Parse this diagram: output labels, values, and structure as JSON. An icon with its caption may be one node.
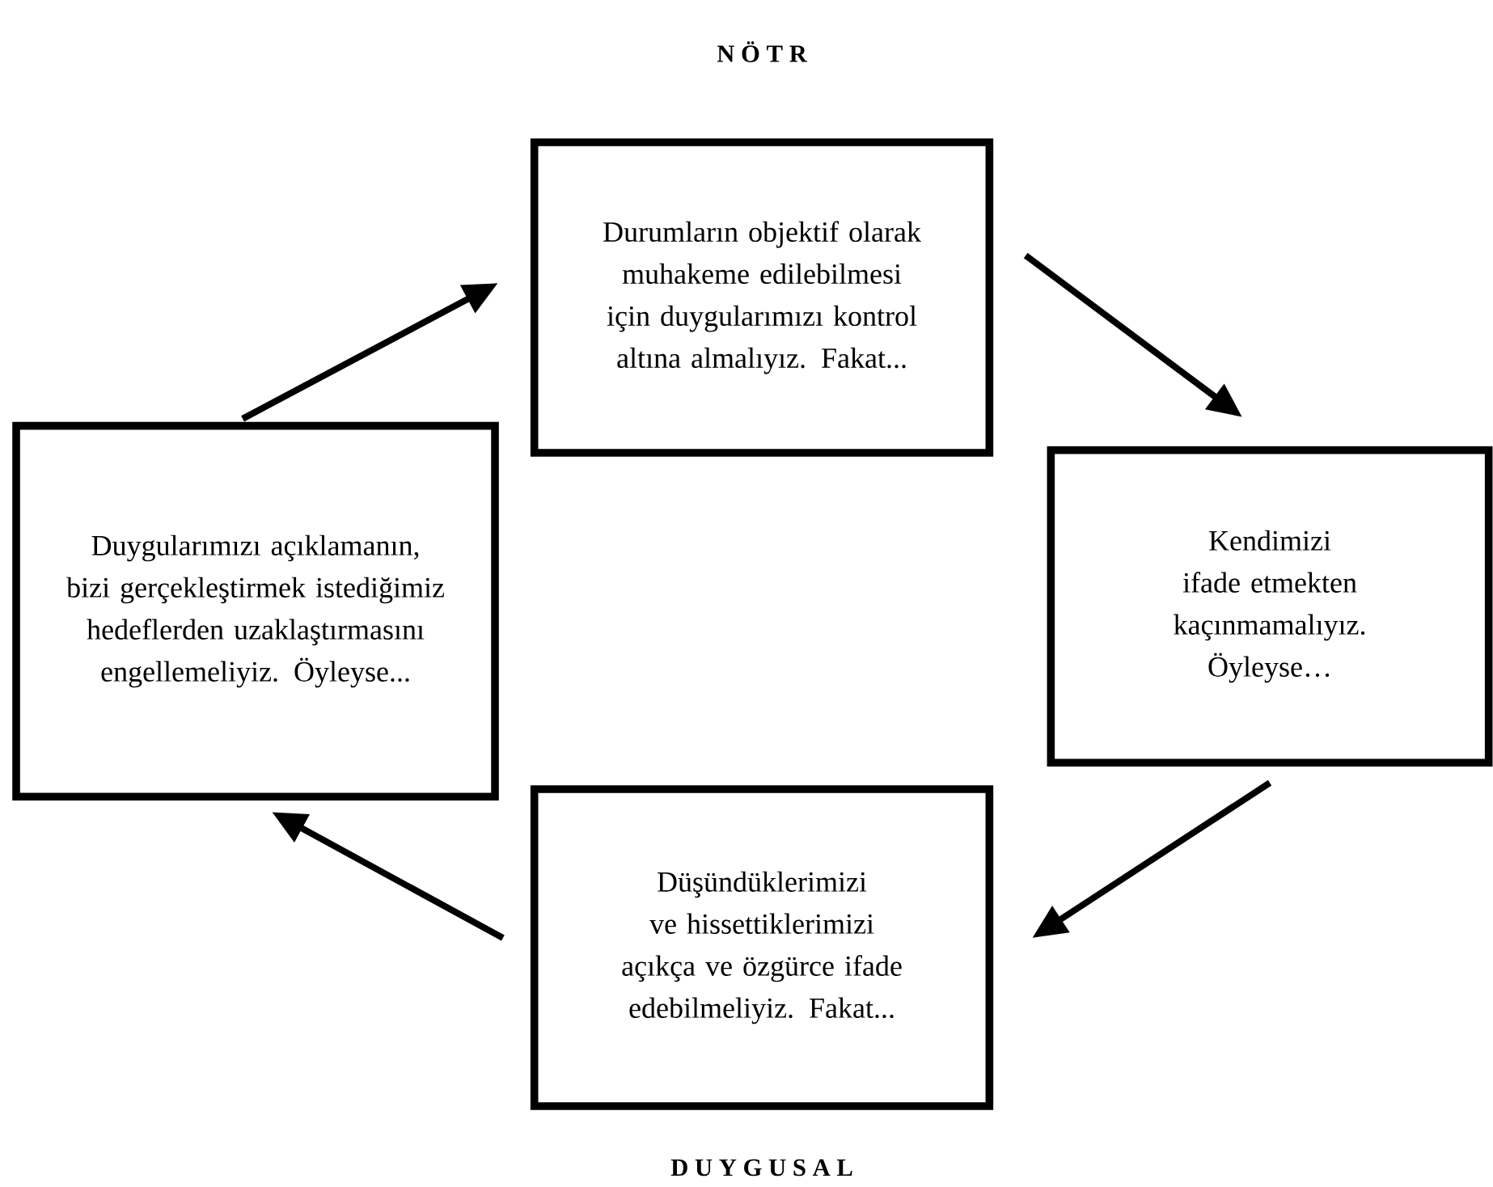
{
  "diagram": {
    "nodes": [
      {
        "text": [
          "Durumların objektif olarak muhakeme edilebilmesi için duygularımızı kontrol altına almalıyız. Fakat..."
        ]
      },
      {
        "text": [
          "Duygularımızı açıklamanın, bizi gerçekleştirmek istediğimiz hedeflerden uzaklaştırmasını engellemeliyiz. Öyleyse..."
        ]
      },
      {
        "text": [
          "Kendimizi ifade etmekten kaçınmamalıyız. Öyleyse…"
        ]
      },
      {
        "text": [
          "Düşündüklerimizi ve hissettiklerimizi açıkça ve özgürce ifade edebilmeliyiz. Fakat..."
        ]
      }
    ],
    "edges": [
      {
        "from": 1,
        "to": 0,
        "arrow": "to"
      },
      {
        "from": 0,
        "to": 2,
        "arrow": "to"
      },
      {
        "from": 2,
        "to": 3,
        "arrow": "to"
      },
      {
        "from": 3,
        "to": 1,
        "arrow": "to"
      }
    ],
    "labels": [
      "N Ö T R",
      "D U Y G U S A L"
    ]
  }
}
